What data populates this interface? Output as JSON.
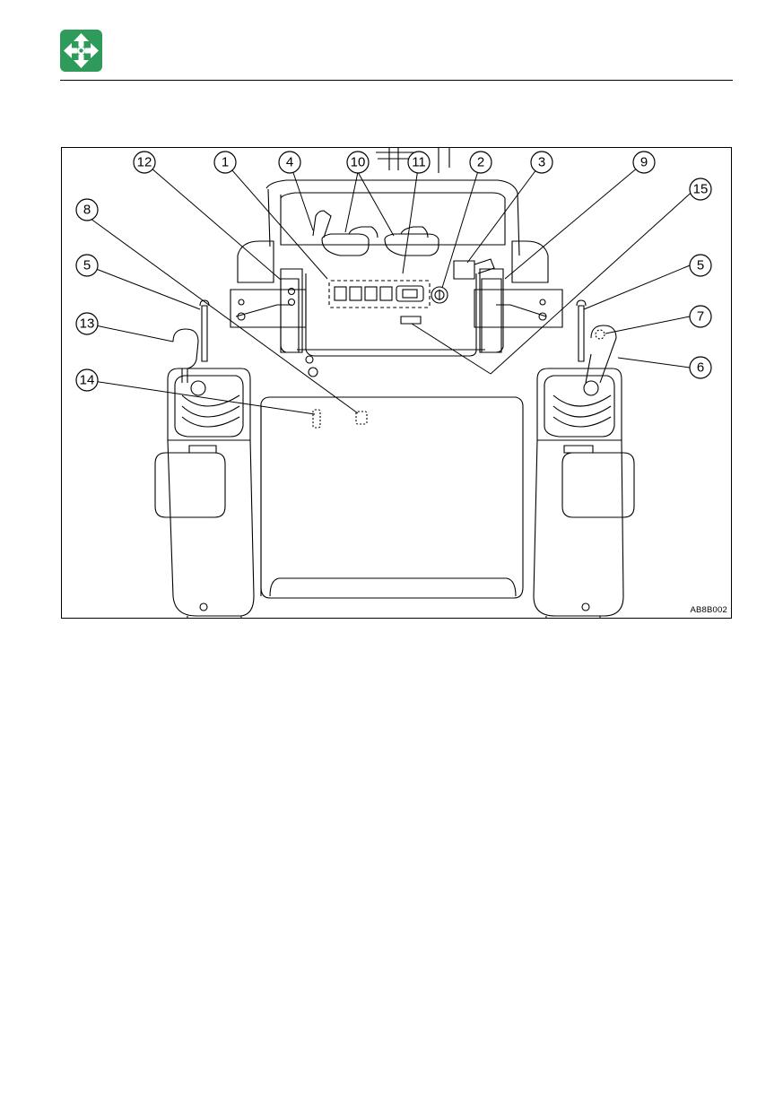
{
  "header": {
    "icon": "navigation-arrows-icon",
    "icon_color": "#2e9b5b"
  },
  "figure": {
    "code": "AB8B002",
    "callouts": [
      "1",
      "2",
      "3",
      "4",
      "5",
      "5",
      "6",
      "7",
      "8",
      "9",
      "10",
      "11",
      "12",
      "13",
      "14",
      "15"
    ]
  }
}
